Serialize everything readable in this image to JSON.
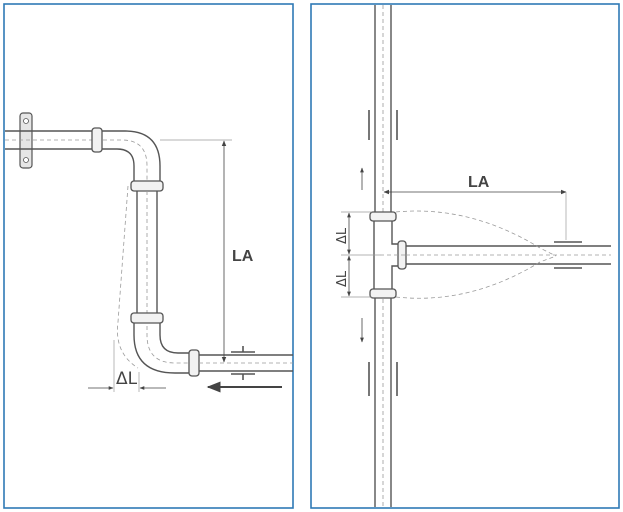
{
  "labels": {
    "left_la": "LA",
    "left_dl": "ΔL",
    "right_la": "LA",
    "right_dl_top": "ΔL",
    "right_dl_bottom": "ΔL"
  },
  "colors": {
    "frame": "#2f79b5",
    "pipe": "#555555",
    "dash": "#9a9a9a",
    "text": "#444444"
  }
}
